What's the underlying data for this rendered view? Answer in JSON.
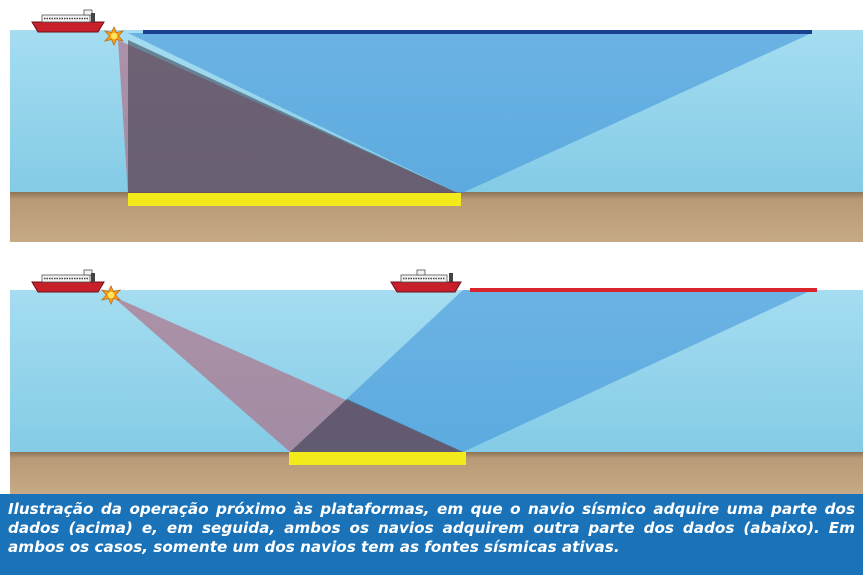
{
  "caption": "Ilustração da operação próximo às plataformas, em que o navio sísmico adquire uma parte dos dados (acima) e, em seguida, ambos os navios adquirem outra parte dos dados (abaixo). Em ambos os casos, somente um dos navios tem as fontes sísmicas ativas.",
  "colors": {
    "sky": "#ffffff",
    "water": "#8fd3ec",
    "seabed": "#b99a74",
    "coverage_zone": "#f2ea1a",
    "source_ray": "#b37a8c",
    "receiver_ray": "#3b8fd6",
    "streamer_top": "#1b3f8f",
    "streamer_bottom": "#d8242a",
    "ship_hull": "#c8202a",
    "caption_background": "#1a73b9",
    "caption_text": "#ffffff"
  },
  "panels": [
    {
      "name": "top",
      "ships": [
        {
          "role": "source-vessel",
          "source_active": true
        }
      ],
      "streamer": "blue"
    },
    {
      "name": "bottom",
      "ships": [
        {
          "role": "source-vessel",
          "source_active": true
        },
        {
          "role": "receiver-vessel",
          "source_active": false
        }
      ],
      "streamer": "red"
    }
  ]
}
